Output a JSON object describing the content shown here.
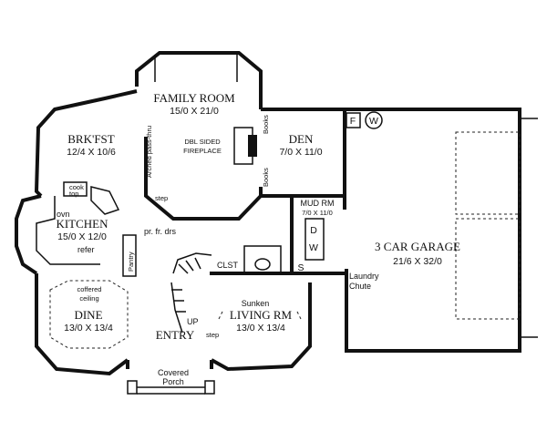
{
  "rooms": {
    "family_room": {
      "name": "FAMILY ROOM",
      "dim": "15/0 X 21/0"
    },
    "brkfst": {
      "name": "BRK'FST",
      "dim": "12/4 X 10/6"
    },
    "kitchen": {
      "name": "KITCHEN",
      "dim": "15/0 X 12/0"
    },
    "den": {
      "name": "DEN",
      "dim": "7/0 X 11/0"
    },
    "mud_rm": {
      "name": "MUD RM",
      "dim": "7/0 X 11/0"
    },
    "garage": {
      "name": "3 CAR GARAGE",
      "dim": "21/6 X 32/0"
    },
    "dine": {
      "name": "DINE",
      "dim": "13/0 X 13/4"
    },
    "living": {
      "name": "LIVING RM",
      "prefix": "Sunken",
      "dim": "13/0 X 13/4"
    },
    "entry": {
      "name": "ENTRY"
    },
    "porch": {
      "line1": "Covered",
      "line2": "Porch"
    }
  },
  "labels": {
    "fireplace_line1": "DBL SIDED",
    "fireplace_line2": "FIREPLACE",
    "arched_pass": "Arched pass-thru",
    "books_top": "Books",
    "books_bottom": "Books",
    "step_family": "step",
    "step_entry": "step",
    "pr_fr_drs": "pr. fr. drs",
    "cook_top_1": "cook",
    "cook_top_2": "top",
    "ovn": "ovn",
    "refer": "refer",
    "pantry": "Pantry",
    "clst": "CLST",
    "up": "UP",
    "coffered_1": "coffered",
    "coffered_2": "ceiling",
    "d": "D",
    "w": "W",
    "s": "S",
    "f": "F",
    "w_circle": "W",
    "laundry_1": "Laundry",
    "laundry_2": "Chute"
  }
}
